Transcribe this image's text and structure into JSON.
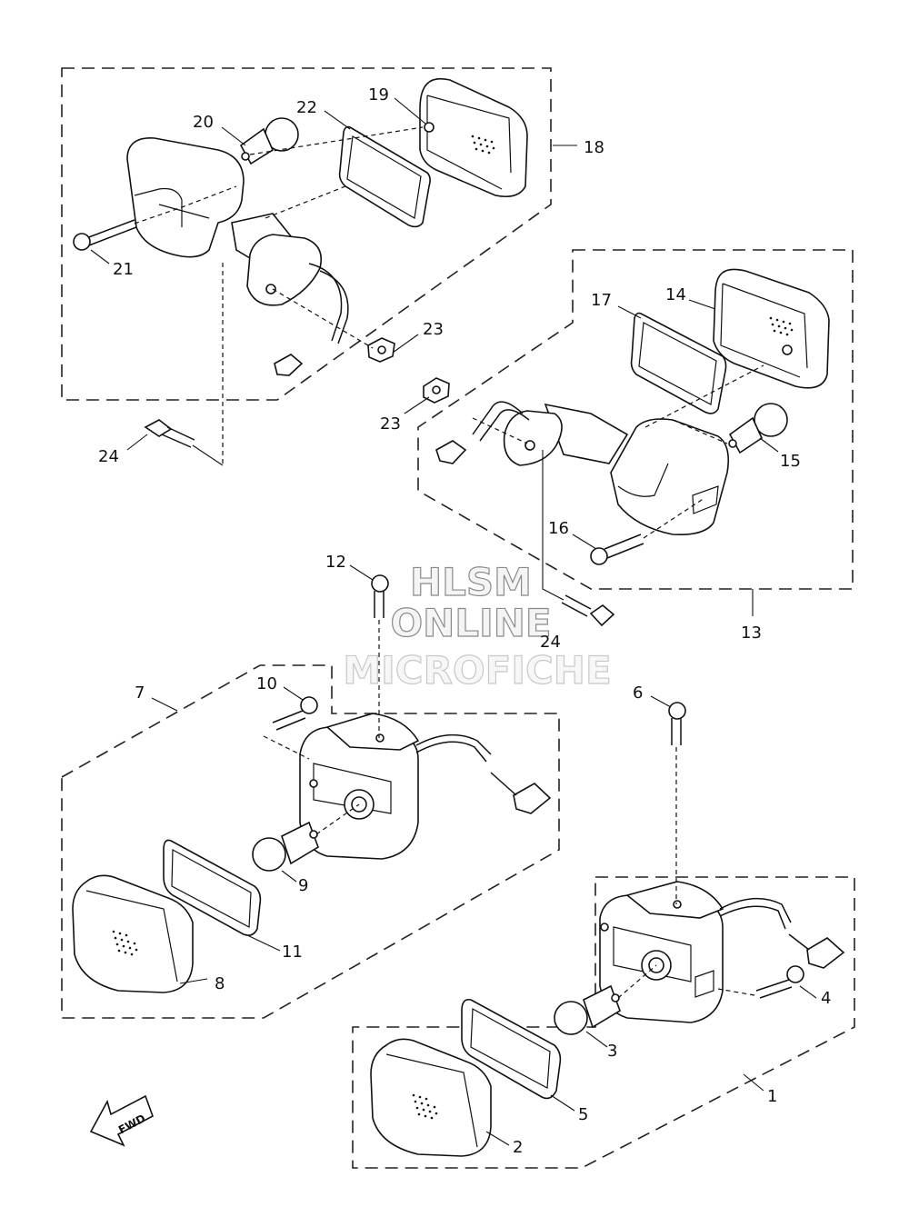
{
  "watermark": {
    "line1": "HLSM",
    "line2": "ONLINE",
    "line3": "MICROFICHE"
  },
  "fwd_label": "FWD",
  "callouts": {
    "c1": "1",
    "c2": "2",
    "c3": "3",
    "c4": "4",
    "c5": "5",
    "c6": "6",
    "c7": "7",
    "c8": "8",
    "c9": "9",
    "c10": "10",
    "c11": "11",
    "c12": "12",
    "c13": "13",
    "c14": "14",
    "c15": "15",
    "c16": "16",
    "c17": "17",
    "c18": "18",
    "c19": "19",
    "c20": "20",
    "c21": "21",
    "c22": "22",
    "c23a": "23",
    "c23b": "23",
    "c24a": "24",
    "c24b": "24"
  }
}
